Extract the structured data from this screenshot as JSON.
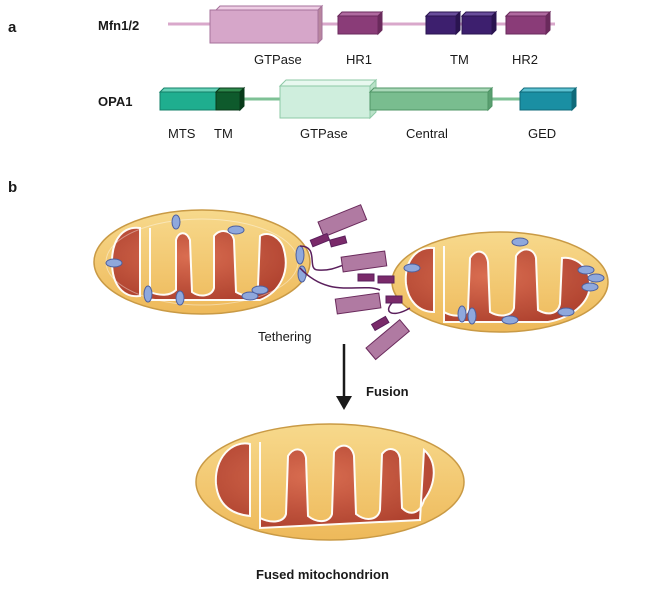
{
  "panel_a": {
    "label": "a",
    "mfn": {
      "name": "Mfn1/2",
      "domains": {
        "gtpase": "GTPase",
        "hr1": "HR1",
        "tm": "TM",
        "hr2": "HR2"
      }
    },
    "opa": {
      "name": "OPA1",
      "domains": {
        "mts": "MTS",
        "tm": "TM",
        "gtpase": "GTPase",
        "central": "Central",
        "ged": "GED"
      }
    }
  },
  "panel_b": {
    "label": "b",
    "tethering": "Tethering",
    "fusion": "Fusion",
    "fused": "Fused mitochondrion"
  },
  "colors": {
    "mfn_gtpase": "#d6a6c9",
    "mfn_hr": "#8a3c78",
    "mfn_tm": "#3d1f6e",
    "opa_mts": "#1fae8f",
    "opa_tm": "#0e5a2c",
    "opa_gtpase": "#cfeedd",
    "opa_central": "#79bd8f",
    "opa_ged": "#1a8fa3",
    "outer_membrane": "#f4c96b",
    "matrix": "#b8432f",
    "protein_blue": "#8fa8dc"
  }
}
